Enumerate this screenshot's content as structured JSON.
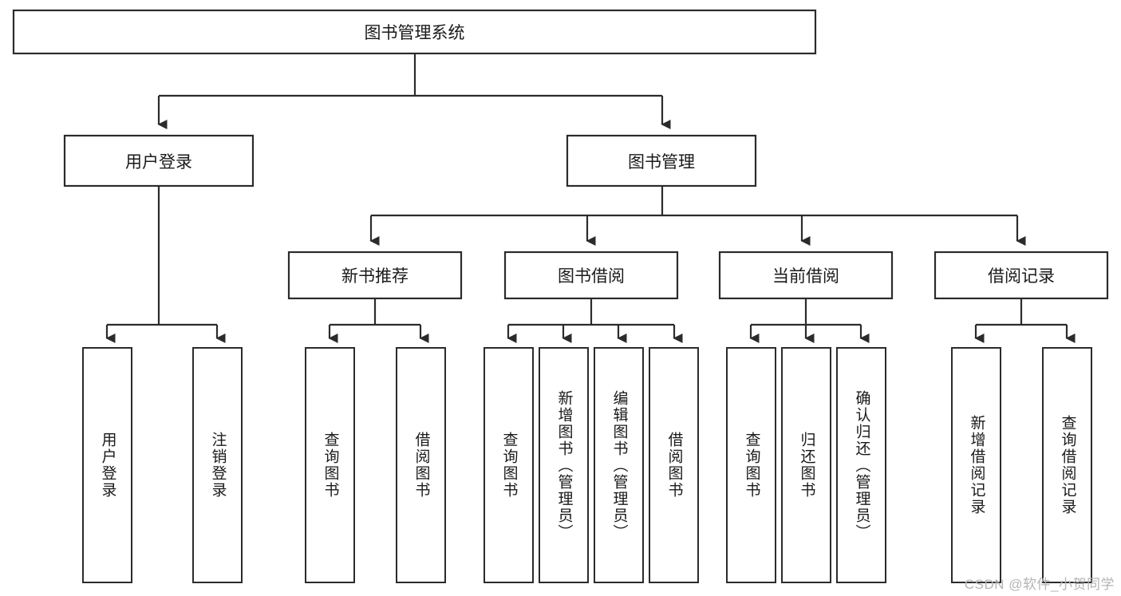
{
  "diagram": {
    "type": "tree-hierarchy",
    "title": "图书管理系统",
    "watermark": "CSDN @软件_小贺同学",
    "colors": {
      "stroke": "#2b2b2b",
      "fill": "#ffffff",
      "text": "#1a1a1a",
      "watermark": "#b4b4b4"
    },
    "levels": {
      "root": {
        "label": "图书管理系统"
      },
      "level2": [
        {
          "label": "用户登录"
        },
        {
          "label": "图书管理"
        }
      ],
      "level3": [
        {
          "label": "新书推荐"
        },
        {
          "label": "图书借阅"
        },
        {
          "label": "当前借阅"
        },
        {
          "label": "借阅记录"
        }
      ],
      "leaves": [
        {
          "label": "用户登录"
        },
        {
          "label": "注销登录"
        },
        {
          "label": "查询图书"
        },
        {
          "label": "借阅图书"
        },
        {
          "label": "查询图书"
        },
        {
          "label": "新增图书（管理员）"
        },
        {
          "label": "编辑图书（管理员）"
        },
        {
          "label": "借阅图书"
        },
        {
          "label": "查询图书"
        },
        {
          "label": "归还图书"
        },
        {
          "label": "确认归还（管理员）"
        },
        {
          "label": "新增借阅记录"
        },
        {
          "label": "查询借阅记录"
        }
      ]
    },
    "tree": {
      "node": "图书管理系统",
      "children": [
        {
          "node": "用户登录",
          "children": [
            {
              "node": "用户登录"
            },
            {
              "node": "注销登录"
            }
          ]
        },
        {
          "node": "图书管理",
          "children": [
            {
              "node": "新书推荐",
              "children": [
                {
                  "node": "查询图书"
                },
                {
                  "node": "借阅图书"
                }
              ]
            },
            {
              "node": "图书借阅",
              "children": [
                {
                  "node": "查询图书"
                },
                {
                  "node": "新增图书（管理员）"
                },
                {
                  "node": "编辑图书（管理员）"
                },
                {
                  "node": "借阅图书"
                }
              ]
            },
            {
              "node": "当前借阅",
              "children": [
                {
                  "node": "查询图书"
                },
                {
                  "node": "归还图书"
                },
                {
                  "node": "确认归还（管理员）"
                }
              ]
            },
            {
              "node": "借阅记录",
              "children": [
                {
                  "node": "新增借阅记录"
                },
                {
                  "node": "查询借阅记录"
                }
              ]
            }
          ]
        }
      ]
    }
  }
}
